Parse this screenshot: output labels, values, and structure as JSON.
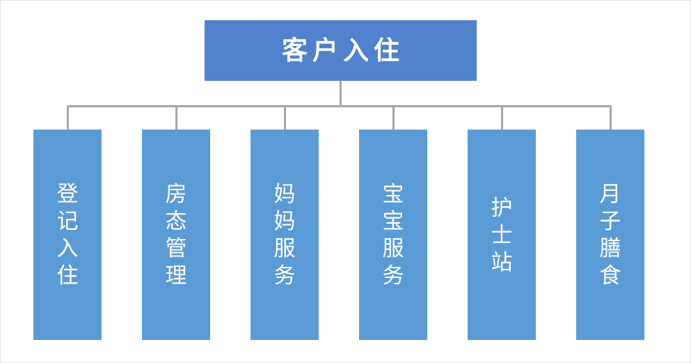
{
  "diagram": {
    "type": "org-chart",
    "title": "客户入住",
    "orientation": "top-down",
    "colors": {
      "root_fill": "#4F81CD",
      "child_fill": "#5B9BD5",
      "connector": "#A6A6A6",
      "label_text": "#FFFFFF",
      "canvas_background": "#FFFFFF",
      "canvas_border": "#E2E2E2"
    },
    "root": {
      "label": "客户入住"
    },
    "children": [
      {
        "label": "登记入住"
      },
      {
        "label": "房态管理"
      },
      {
        "label": "妈妈服务"
      },
      {
        "label": "宝宝服务"
      },
      {
        "label": "护士站"
      },
      {
        "label": "月子膳食"
      }
    ]
  }
}
